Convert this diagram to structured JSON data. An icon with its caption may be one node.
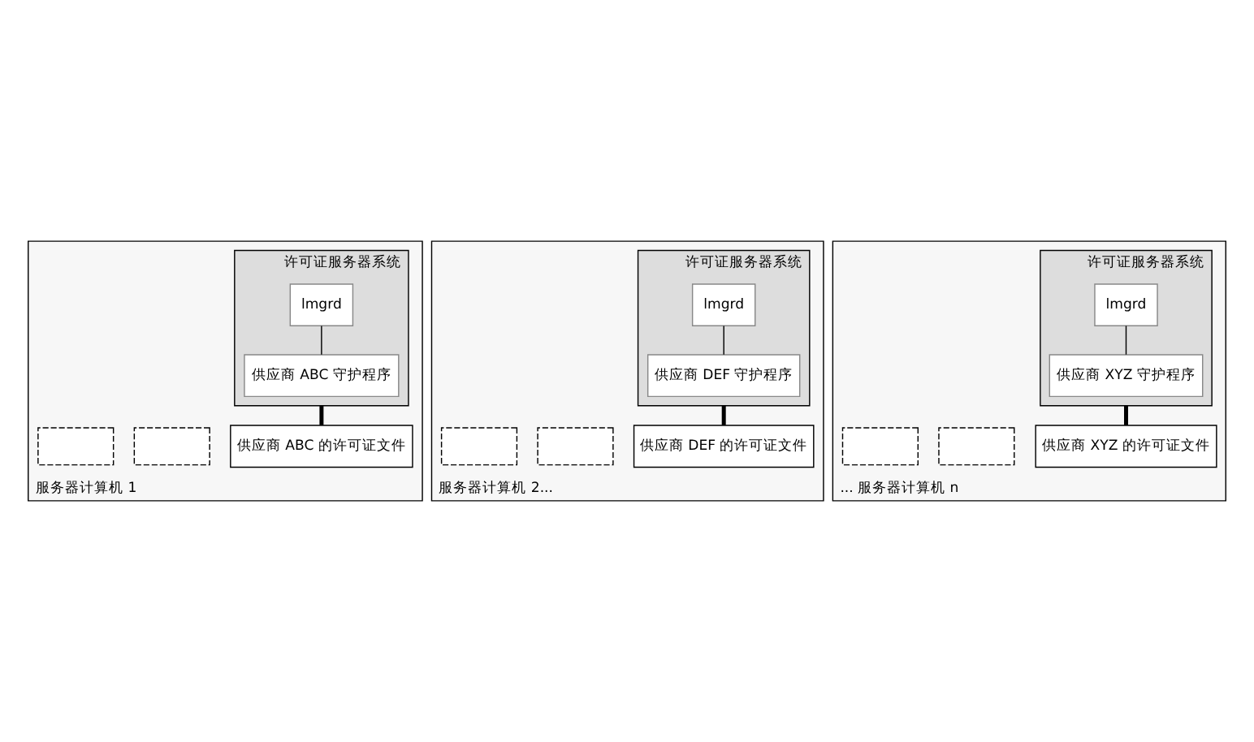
{
  "diagram": {
    "nodes": [
      {
        "text": [
          "服务器计算机 1"
        ]
      },
      {
        "text": [
          "许可证服务器系统"
        ],
        "in": 0
      },
      {
        "text": [
          "lmgrd"
        ],
        "in": 1
      },
      {
        "text": [
          "供应商 ABC 守护程序"
        ],
        "in": 1
      },
      {
        "text": [
          "供应商 ABC 的许可证文件"
        ],
        "in": 0
      },
      {
        "text": [],
        "shape": "box",
        "in": 0
      },
      {
        "text": [],
        "shape": "box",
        "in": 0
      },
      {
        "text": [
          "服务器计算机 2..."
        ]
      },
      {
        "text": [
          "许可证服务器系统"
        ],
        "in": 7
      },
      {
        "text": [
          "lmgrd"
        ],
        "in": 8
      },
      {
        "text": [
          "供应商 DEF 守护程序"
        ],
        "in": 8
      },
      {
        "text": [
          "供应商 DEF 的许可证文件"
        ],
        "in": 7
      },
      {
        "text": [],
        "shape": "box",
        "in": 7
      },
      {
        "text": [],
        "shape": "box",
        "in": 7
      },
      {
        "text": [
          "... 服务器计算机 n"
        ]
      },
      {
        "text": [
          "许可证服务器系统"
        ],
        "in": 14
      },
      {
        "text": [
          "lmgrd"
        ],
        "in": 15
      },
      {
        "text": [
          "供应商 XYZ 守护程序"
        ],
        "in": 15
      },
      {
        "text": [
          "供应商 XYZ 的许可证文件"
        ],
        "in": 14
      },
      {
        "text": [],
        "shape": "box",
        "in": 14
      },
      {
        "text": [],
        "shape": "box",
        "in": 14
      }
    ],
    "edges": [
      {
        "from": 2,
        "to": 3,
        "arrow": "none"
      },
      {
        "from": 1,
        "to": 4,
        "arrow": "none",
        "style": "thick"
      },
      {
        "from": 9,
        "to": 10,
        "arrow": "none"
      },
      {
        "from": 8,
        "to": 11,
        "arrow": "none",
        "style": "thick"
      },
      {
        "from": 16,
        "to": 17,
        "arrow": "none"
      },
      {
        "from": 15,
        "to": 18,
        "arrow": "none",
        "style": "thick"
      }
    ]
  }
}
